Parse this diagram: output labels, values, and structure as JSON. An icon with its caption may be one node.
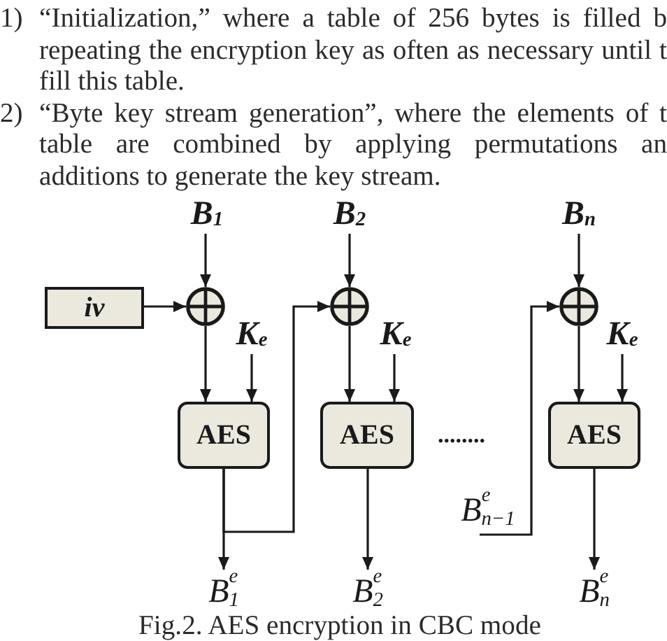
{
  "diagram": {
    "caption": "Fig.2. AES encryption in CBC mode",
    "nodes": [
      {
        "text": [
          "B$_{1}$"
        ]
      },
      {
        "text": [
          "iv"
        ]
      },
      {
        "text": [],
        "shape": "circle"
      },
      {
        "text": [
          "K$_{e}$"
        ]
      },
      {
        "text": [
          "AES"
        ]
      },
      {
        "text": [
          "B$^{e}$$_{1}$"
        ]
      },
      {
        "text": [
          "B$_{2}$"
        ]
      },
      {
        "text": [],
        "shape": "circle"
      },
      {
        "text": [
          "K$_{e}$"
        ]
      },
      {
        "text": [
          "AES"
        ]
      },
      {
        "text": [
          "B$^{e}$$_{2}$"
        ]
      },
      {
        "text": [
          "B$_{n}$"
        ]
      },
      {
        "text": [],
        "shape": "circle"
      },
      {
        "text": [
          "K$_{e}$"
        ]
      },
      {
        "text": [
          "AES"
        ]
      },
      {
        "text": [
          "B$^{e}$$_{n−1}$"
        ]
      },
      {
        "text": [
          "B$^{e}$$_{n}$"
        ]
      }
    ],
    "edges": [
      {
        "from": 0,
        "to": 2,
        "arrow": "to"
      },
      {
        "from": 1,
        "to": 2,
        "arrow": "to"
      },
      {
        "from": 2,
        "to": 4,
        "arrow": "to"
      },
      {
        "from": 3,
        "to": 4,
        "arrow": "to"
      },
      {
        "from": 4,
        "to": 5,
        "arrow": "to"
      },
      {
        "from": 4,
        "to": 7,
        "arrow": "to"
      },
      {
        "from": 6,
        "to": 7,
        "arrow": "to"
      },
      {
        "from": 7,
        "to": 9,
        "arrow": "to"
      },
      {
        "from": 8,
        "to": 9,
        "arrow": "to"
      },
      {
        "from": 9,
        "to": 10,
        "arrow": "to"
      },
      {
        "from": 11,
        "to": 12,
        "arrow": "to"
      },
      {
        "from": 12,
        "to": 14,
        "arrow": "to"
      },
      {
        "from": 13,
        "to": 14,
        "arrow": "to"
      },
      {
        "from": 14,
        "to": 16,
        "arrow": "to"
      },
      {
        "from": 15,
        "to": 12,
        "arrow": "to"
      }
    ],
    "labels": [
      "1)",
      "“Initialization,” where a table of 256 bytes is filled b repeating the encryption key as often as necessary until t fill this table.",
      "2)",
      "“Byte key stream generation”, where the elements of t table are combined by applying permutations an additions to generate the key stream.",
      "........"
    ]
  }
}
